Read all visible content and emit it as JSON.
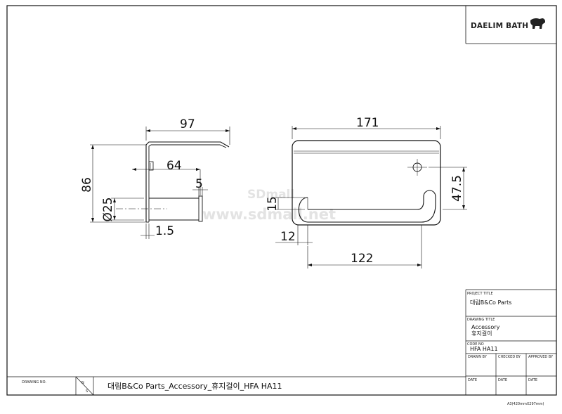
{
  "logo": {
    "text": "DAELIM BATH"
  },
  "watermark": {
    "line1": "SDmall",
    "line2": "www.sdmall.net"
  },
  "dimensions": {
    "side_view": {
      "width": "97",
      "height": "86",
      "depth": "64",
      "rod_offset": "5",
      "diameter": "Ø25",
      "thickness": "1.5"
    },
    "front_view": {
      "width": "171",
      "hole_height": "47.5",
      "arm_gap": "15",
      "arm_offset": "12",
      "arm_length": "122"
    }
  },
  "title_block": {
    "project_title_label": "PROJECT TITLE",
    "project_title": "대림B&Co Parts",
    "drawing_title_label": "DRAWING TITLE",
    "drawing_title_line1": "Accessory",
    "drawing_title_line2": "휴지걸이",
    "code_no_label": "CODE NO",
    "code_no": "HFA HA11",
    "drawn_by_label": "DRAWN BY",
    "checked_by_label": "CHECKED BY",
    "approved_by_label": "APPROVED BY",
    "date_label": "DATE"
  },
  "footer": {
    "drawing_no_label": "DRAWING NO.",
    "scale_top": "N",
    "scale_bottom": "S",
    "drawing_name": "대림B&Co Parts_Accessory_휴지걸이_HFA HA11"
  },
  "sheet_size": "A3(420mmX297mm)"
}
